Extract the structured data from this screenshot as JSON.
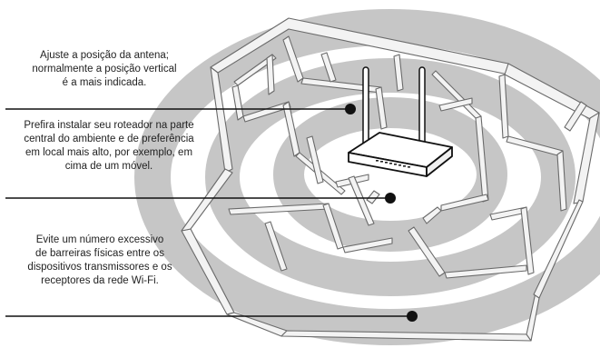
{
  "callouts": [
    {
      "id": "antenna",
      "lines": [
        "Ajuste a posição da antena;",
        "normalmente a posição vertical",
        "é a mais indicada."
      ]
    },
    {
      "id": "placement",
      "lines": [
        "Prefira instalar seu roteador na parte",
        "central do ambiente e de preferência",
        "em local mais alto, por exemplo, em",
        "cima de um móvel."
      ]
    },
    {
      "id": "barriers",
      "lines": [
        "Evite um número excessivo",
        "de barreiras físicas entre os",
        "dispositivos transmissores e os",
        "receptores da rede Wi-Fi."
      ]
    }
  ],
  "colors": {
    "signal_ring": "#c6c6c6",
    "wall_fill": "#f3f3f3",
    "wall_stroke": "#6a6a6a",
    "leader_line": "#111111",
    "router_body": "#ffffff"
  },
  "icons": {
    "router": "wifi-router-icon",
    "marker": "dot-marker-icon"
  }
}
